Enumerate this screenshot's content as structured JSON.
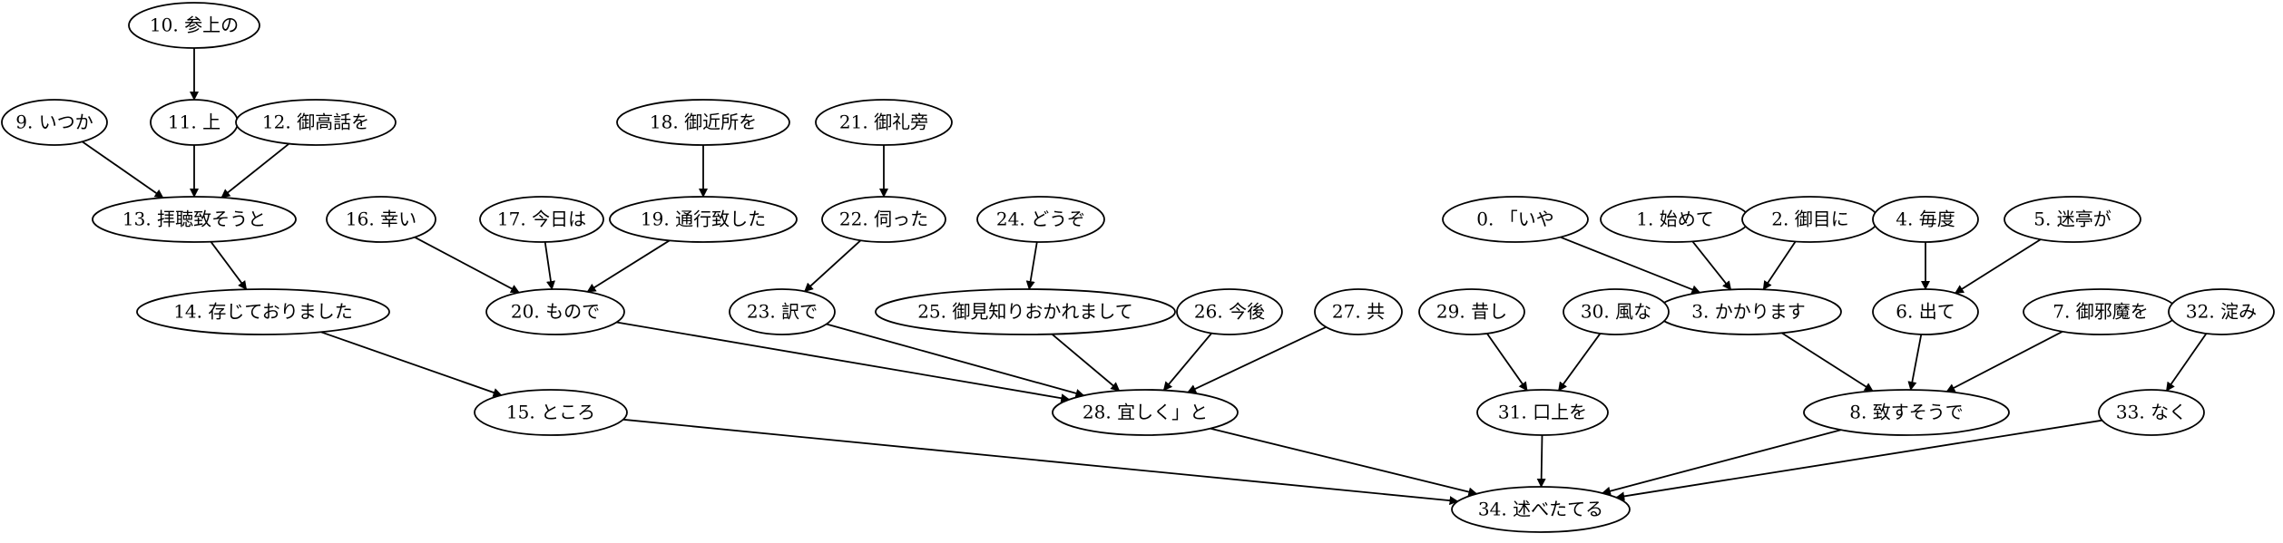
{
  "diagram": {
    "colors": {
      "background": "#ffffff",
      "stroke": "#000000",
      "text": "#000000"
    },
    "nodes": [
      {
        "id": 0,
        "label": "0. 「いや"
      },
      {
        "id": 1,
        "label": "1. 始めて"
      },
      {
        "id": 2,
        "label": "2. 御目に"
      },
      {
        "id": 3,
        "label": "3. かかります"
      },
      {
        "id": 4,
        "label": "4. 毎度"
      },
      {
        "id": 5,
        "label": "5. 迷亭が"
      },
      {
        "id": 6,
        "label": "6. 出て"
      },
      {
        "id": 7,
        "label": "7. 御邪魔を"
      },
      {
        "id": 8,
        "label": "8. 致すそうで"
      },
      {
        "id": 9,
        "label": "9. いつか"
      },
      {
        "id": 10,
        "label": "10. 参上の"
      },
      {
        "id": 11,
        "label": "11. 上"
      },
      {
        "id": 12,
        "label": "12. 御高話を"
      },
      {
        "id": 13,
        "label": "13. 拝聴致そうと"
      },
      {
        "id": 14,
        "label": "14. 存じておりました"
      },
      {
        "id": 15,
        "label": "15. ところ"
      },
      {
        "id": 16,
        "label": "16. 幸い"
      },
      {
        "id": 17,
        "label": "17. 今日は"
      },
      {
        "id": 18,
        "label": "18. 御近所を"
      },
      {
        "id": 19,
        "label": "19. 通行致した"
      },
      {
        "id": 20,
        "label": "20. もので"
      },
      {
        "id": 21,
        "label": "21. 御礼旁"
      },
      {
        "id": 22,
        "label": "22. 伺った"
      },
      {
        "id": 23,
        "label": "23. 訳で"
      },
      {
        "id": 24,
        "label": "24. どうぞ"
      },
      {
        "id": 25,
        "label": "25. 御見知りおかれまして"
      },
      {
        "id": 26,
        "label": "26. 今後"
      },
      {
        "id": 27,
        "label": "27. 共"
      },
      {
        "id": 28,
        "label": "28. 宜しく」と"
      },
      {
        "id": 29,
        "label": "29. 昔し"
      },
      {
        "id": 30,
        "label": "30. 風な"
      },
      {
        "id": 31,
        "label": "31. 口上を"
      },
      {
        "id": 32,
        "label": "32. 淀み"
      },
      {
        "id": 33,
        "label": "33. なく"
      },
      {
        "id": 34,
        "label": "34. 述べたてる"
      }
    ],
    "edges": [
      {
        "from": 10,
        "to": 11
      },
      {
        "from": 9,
        "to": 13
      },
      {
        "from": 11,
        "to": 13
      },
      {
        "from": 12,
        "to": 13
      },
      {
        "from": 13,
        "to": 14
      },
      {
        "from": 14,
        "to": 15
      },
      {
        "from": 18,
        "to": 19
      },
      {
        "from": 16,
        "to": 20
      },
      {
        "from": 17,
        "to": 20
      },
      {
        "from": 19,
        "to": 20
      },
      {
        "from": 21,
        "to": 22
      },
      {
        "from": 22,
        "to": 23
      },
      {
        "from": 24,
        "to": 25
      },
      {
        "from": 20,
        "to": 28
      },
      {
        "from": 23,
        "to": 28
      },
      {
        "from": 25,
        "to": 28
      },
      {
        "from": 26,
        "to": 28
      },
      {
        "from": 27,
        "to": 28
      },
      {
        "from": 0,
        "to": 3
      },
      {
        "from": 1,
        "to": 3
      },
      {
        "from": 2,
        "to": 3
      },
      {
        "from": 4,
        "to": 6
      },
      {
        "from": 5,
        "to": 6
      },
      {
        "from": 3,
        "to": 8
      },
      {
        "from": 6,
        "to": 8
      },
      {
        "from": 7,
        "to": 8
      },
      {
        "from": 29,
        "to": 31
      },
      {
        "from": 30,
        "to": 31
      },
      {
        "from": 32,
        "to": 33
      },
      {
        "from": 15,
        "to": 34
      },
      {
        "from": 28,
        "to": 34
      },
      {
        "from": 31,
        "to": 34
      },
      {
        "from": 8,
        "to": 34
      },
      {
        "from": 33,
        "to": 34
      }
    ]
  }
}
